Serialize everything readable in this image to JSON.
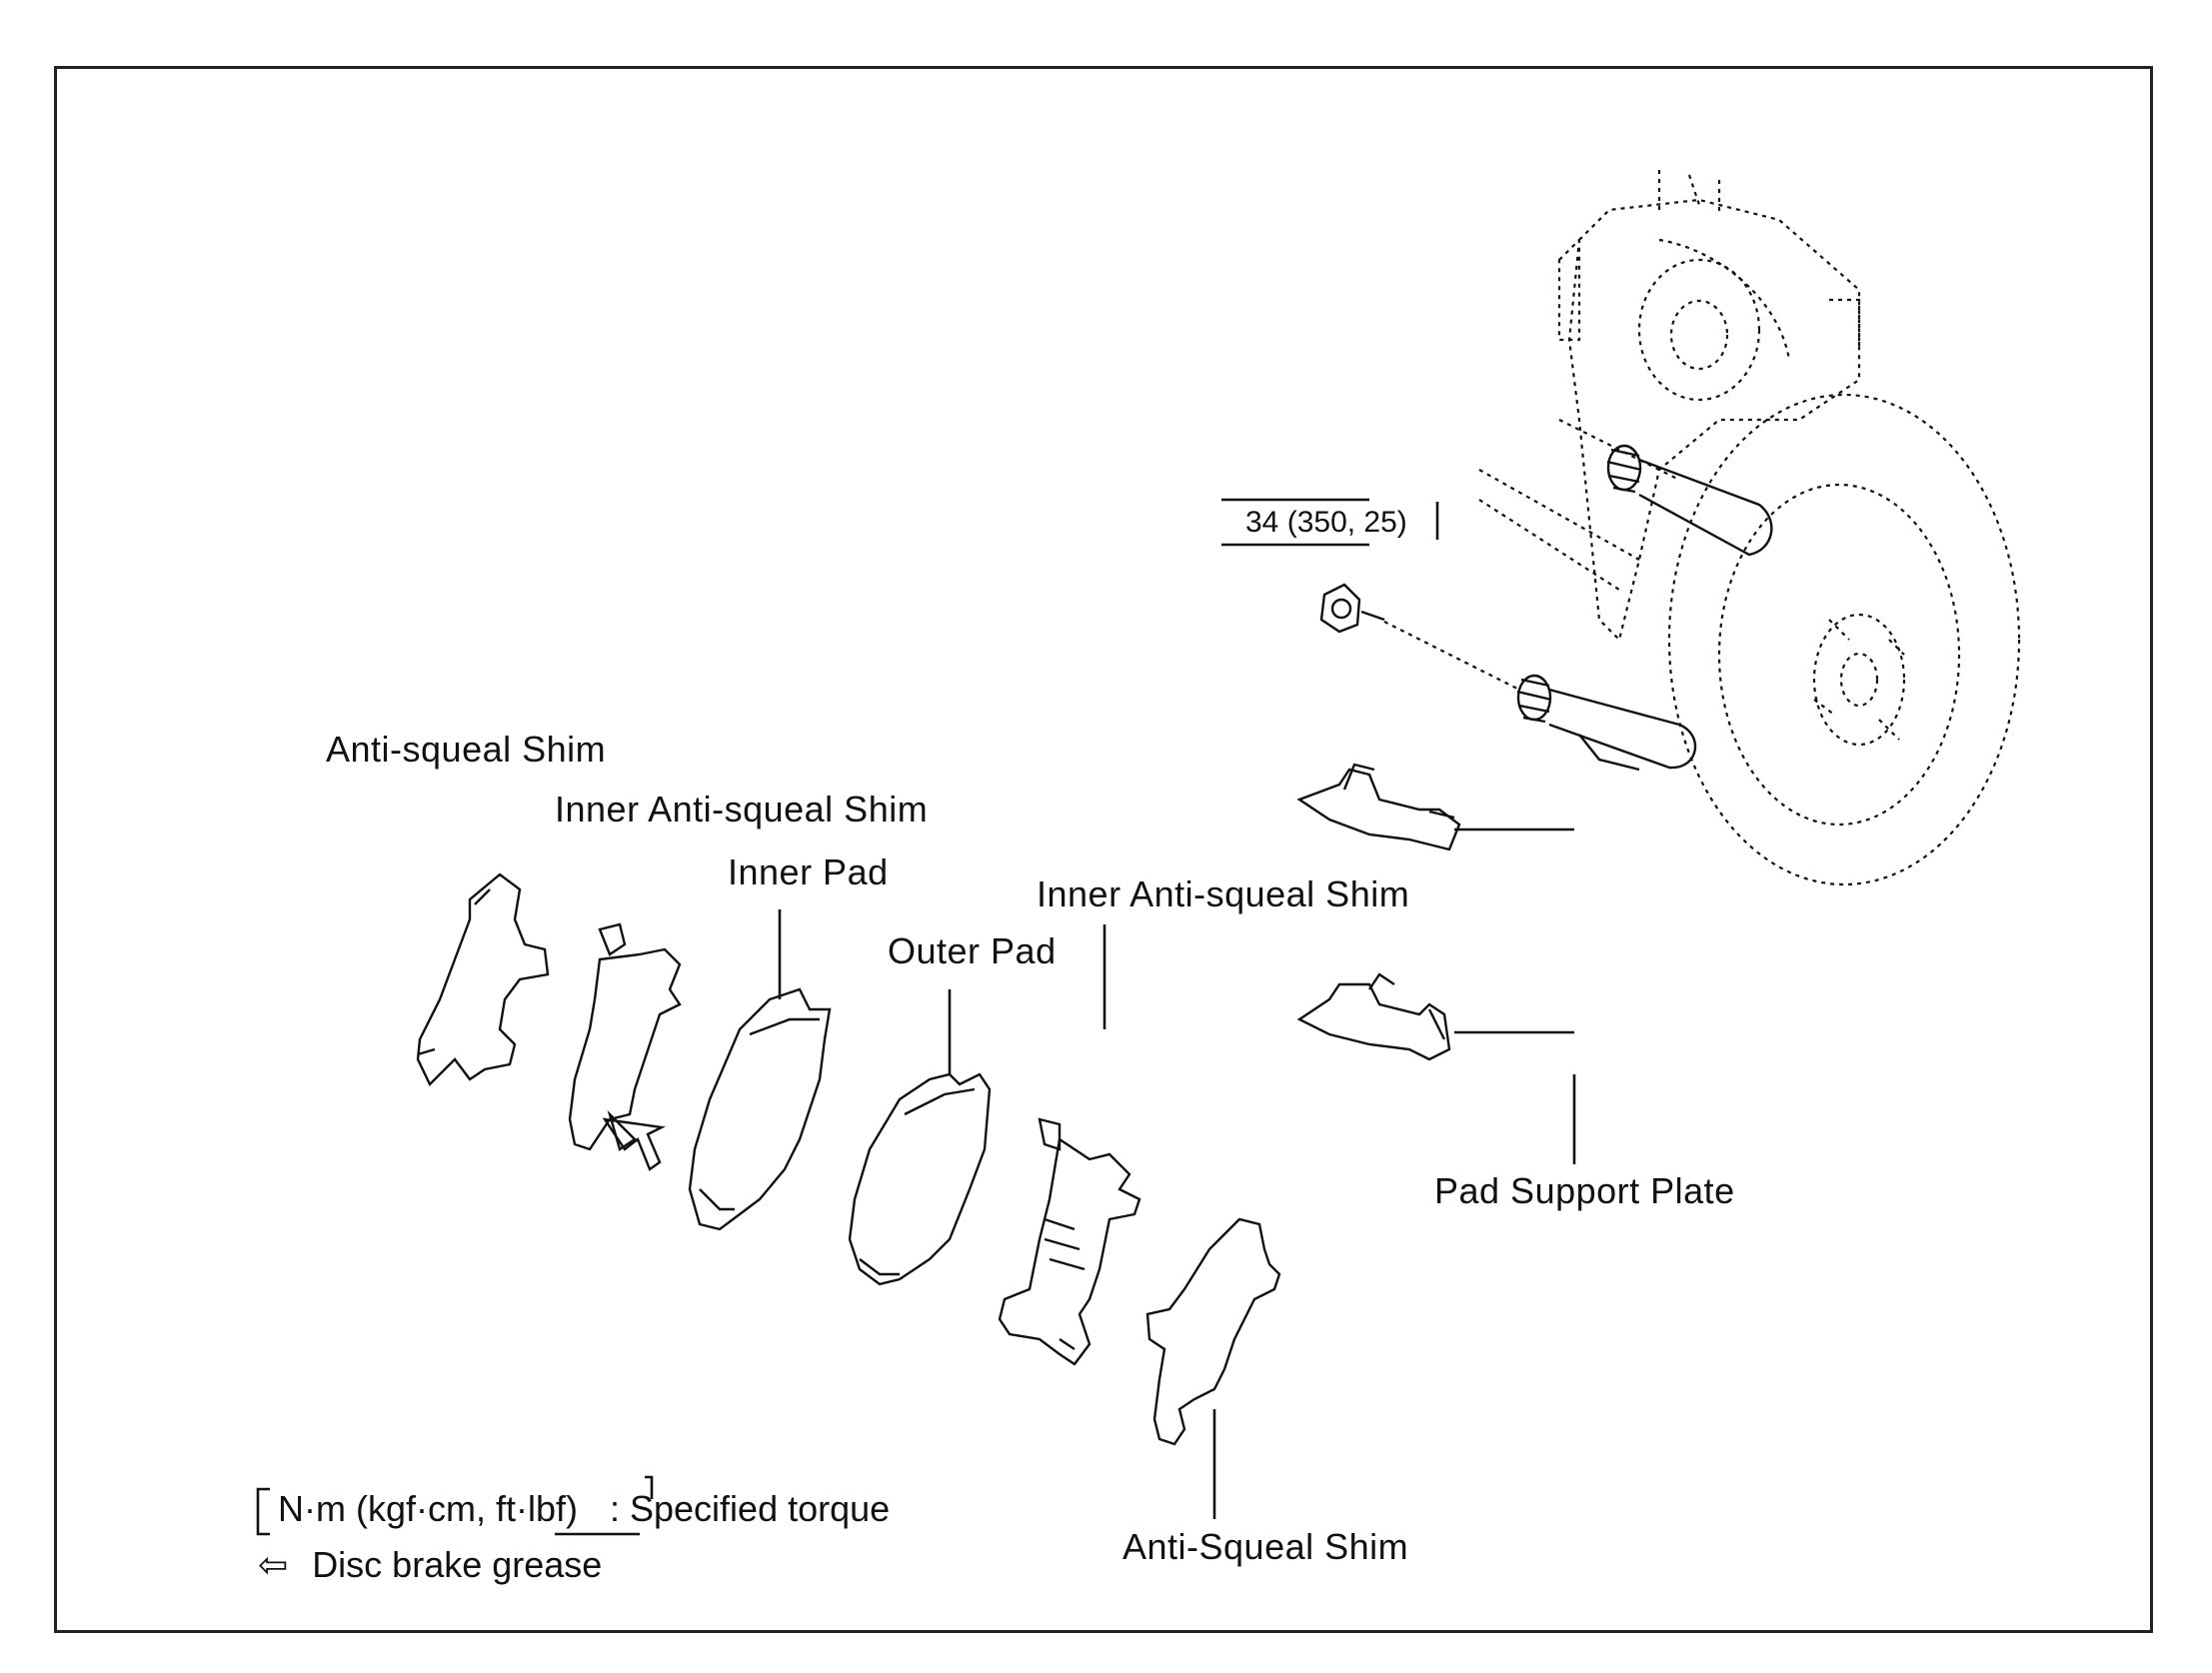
{
  "labels": {
    "anti_squeal_shim_left": "Anti-squeal Shim",
    "inner_anti_squeal_shim_left": "Inner Anti-squeal Shim",
    "inner_pad": "Inner Pad",
    "outer_pad": "Outer Pad",
    "inner_anti_squeal_shim_right": "Inner Anti-squeal Shim",
    "pad_support_plate": "Pad Support Plate",
    "anti_squeal_shim_bottom": "Anti-Squeal Shim"
  },
  "torque_value": "34 (350, 25)",
  "legend": {
    "torque_units": "N·m (kgf·cm, ft·lbf)",
    "torque_desc": ": Specified torque",
    "grease_symbol": "⇦",
    "grease_desc": "Disc brake grease"
  }
}
